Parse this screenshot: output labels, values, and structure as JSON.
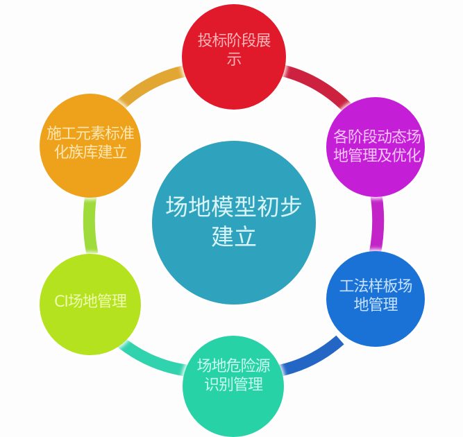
{
  "diagram": {
    "type": "cycle-hub",
    "center": {
      "label": "场地模型初步建立",
      "lines": [
        "场地模型初步",
        "建立"
      ],
      "color": "#2fa2bd",
      "text_color": "#d8f4f8"
    },
    "nodes": [
      {
        "id": "bid",
        "lines": [
          "投标阶段展",
          "示"
        ],
        "label": "投标阶段展示",
        "color": "#e0192b",
        "text_color": "#ffb4b8",
        "position": "top"
      },
      {
        "id": "dynamic",
        "lines": [
          "各阶段动态场",
          "地管理及优化"
        ],
        "label": "各阶段动态场地管理及优化",
        "color": "#c41fd6",
        "text_color": "#f8c6fc",
        "position": "upper-right"
      },
      {
        "id": "method",
        "lines": [
          "工法样板场",
          "地管理"
        ],
        "label": "工法样板场地管理",
        "color": "#1b72d6",
        "text_color": "#c7e2ff",
        "position": "lower-right"
      },
      {
        "id": "hazard",
        "lines": [
          "场地危险源",
          "识别管理"
        ],
        "label": "场地危险源识别管理",
        "color": "#26d2a6",
        "text_color": "#c9fbef",
        "position": "bottom"
      },
      {
        "id": "ci",
        "lines": [
          "CI场地管理"
        ],
        "label": "CI场地管理",
        "color": "#b4e21e",
        "text_color": "#eefbb0",
        "position": "lower-left"
      },
      {
        "id": "family",
        "lines": [
          "施工元素标准",
          "化族库建立"
        ],
        "label": "施工元素标准化族库建立",
        "color": "#eea21c",
        "text_color": "#fde6b0",
        "position": "upper-left"
      }
    ],
    "connectors": [
      {
        "from": "family",
        "to": "bid",
        "color": "#e2a633"
      },
      {
        "from": "bid",
        "to": "dynamic",
        "color": "#cc2240"
      },
      {
        "from": "dynamic",
        "to": "method",
        "color": "#c224c8"
      },
      {
        "from": "method",
        "to": "hazard",
        "color": "#2366c4"
      },
      {
        "from": "hazard",
        "to": "ci",
        "color": "#30d3ad"
      },
      {
        "from": "ci",
        "to": "family",
        "color": "#9fdb3a"
      }
    ]
  }
}
